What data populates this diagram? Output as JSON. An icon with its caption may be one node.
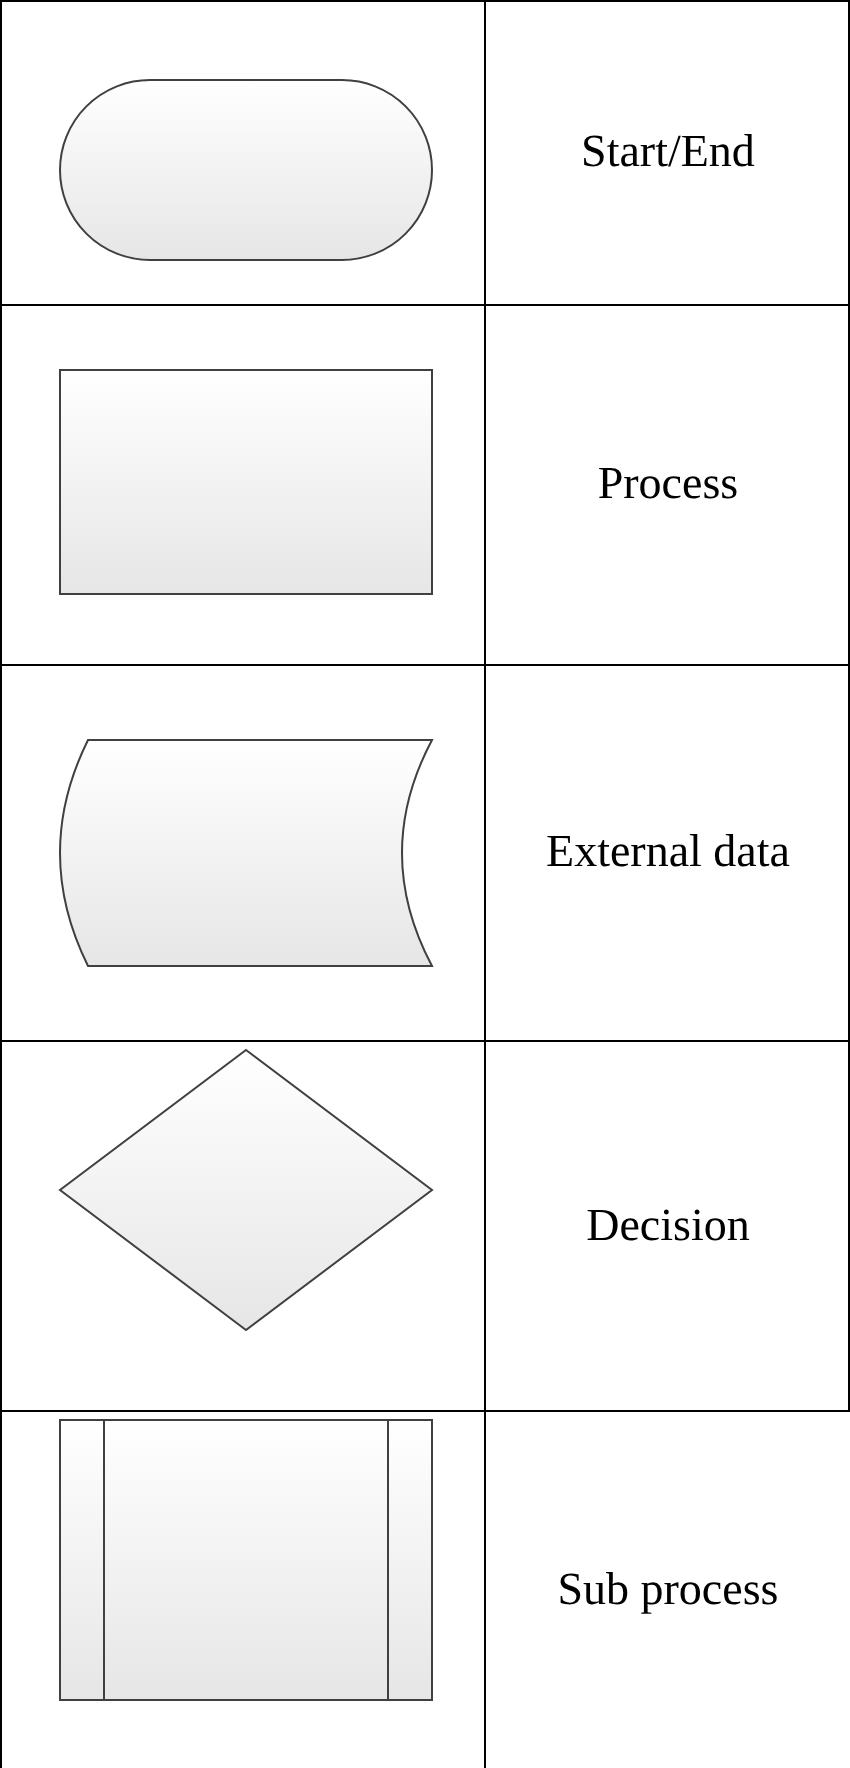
{
  "diagram": {
    "labels": [
      "Start/End",
      "Process",
      "External data",
      "Decision",
      "Sub process"
    ]
  }
}
